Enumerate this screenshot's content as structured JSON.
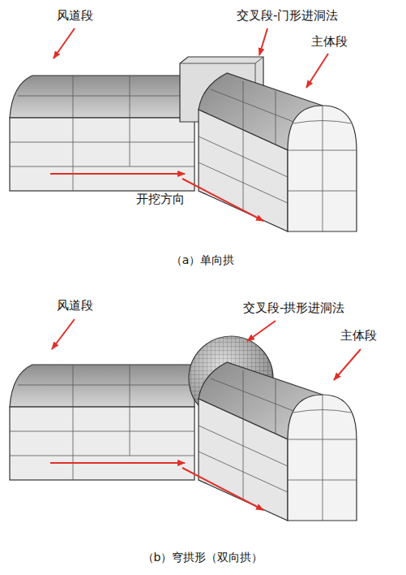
{
  "diagram": {
    "labels": [
      "风道段",
      "交叉段-门形进洞法",
      "主体段",
      "开挖方向",
      "（a）单向拱",
      "风道段",
      "交叉段-拱形进洞法",
      "主体段",
      "（b）穹拱形（双向拱）"
    ]
  }
}
